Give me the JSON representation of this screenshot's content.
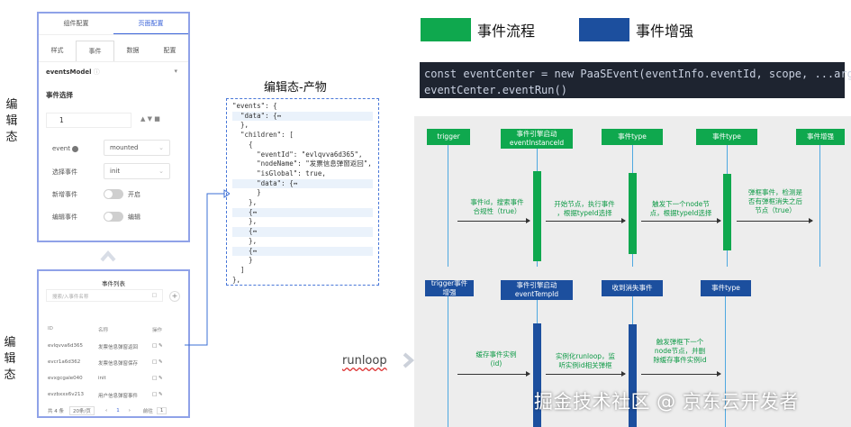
{
  "side_labels": {
    "top": [
      "编",
      "辑",
      "态"
    ],
    "bottom": [
      "编",
      "辑",
      "态"
    ]
  },
  "editor": {
    "top_tabs": [
      "组件配置",
      "页面配置"
    ],
    "tabs": [
      "样式",
      "事件",
      "数据",
      "配置"
    ],
    "model_label": "eventsModel",
    "section_title": "事件选择",
    "index_value": "1",
    "rows": [
      {
        "label": "event",
        "value": "mounted"
      },
      {
        "label": "选择事件",
        "value": "init"
      },
      {
        "label": "新增事件",
        "value": "开启"
      },
      {
        "label": "编辑事件",
        "value": "编辑"
      }
    ]
  },
  "event_list": {
    "title": "事件列表",
    "search_placeholder": "搜索/入事件名称",
    "columns": [
      "ID",
      "名称",
      "操作"
    ],
    "rows": [
      {
        "id": "evlqvva6d365",
        "name": "发票信息弹窗返回"
      },
      {
        "id": "evcr1a6d362",
        "name": "发票信息弹窗保存"
      },
      {
        "id": "evxgcgale040",
        "name": "init"
      },
      {
        "id": "evzbxxx6v213",
        "name": "用户信息弹窗事件"
      }
    ],
    "footer": {
      "total": "共 4 条",
      "page_size": "20条/页",
      "page": "1",
      "goto": "前往",
      "goto_page": "1"
    }
  },
  "json_panel": {
    "title": "编辑态-产物",
    "lines": [
      "\"events\": {",
      "  \"data\": {↔",
      "  },",
      "  \"children\": [",
      "    {",
      "      \"eventId\": \"evlqvva6d365\",",
      "      \"nodeName\": \"发票信息弹窗返回\",",
      "      \"isGlobal\": true,",
      "      \"data\": {↔",
      "      }",
      "    },",
      "    {↔",
      "    },",
      "    {↔",
      "    },",
      "    {↔",
      "    }",
      "  ]",
      "},"
    ]
  },
  "runloop_label": "runloop",
  "legend": [
    {
      "label": "事件流程",
      "color": "#0fa84e"
    },
    {
      "label": "事件增强",
      "color": "#1c4f9e"
    }
  ],
  "code": {
    "line1": "const eventCenter = new PaaSEvent(eventInfo.eventId, scope, ...args)",
    "line2": "eventCenter.eventRun()"
  },
  "flow_top": {
    "headers": [
      "trigger",
      "事件引擎启动\neventInstanceId",
      "事件type",
      "事件type",
      "事件增强"
    ],
    "notes": [
      "事件id，搜索事件\n合规性（true）",
      "开始节点，执行事件\n，根据typeId选择",
      "触发下一个node节\n点，根据typeId选择",
      "弹框事件，检测是\n否有弹框消失之后\n节点（true）"
    ]
  },
  "flow_bottom": {
    "headers": [
      "trigger事件\n增强",
      "事件引擎启动\neventTempId",
      "收到消失事件",
      "事件type"
    ],
    "notes": [
      "缓存事件实例\n(id)",
      "实例化runloop，监\n听实例id相关弹框",
      "触发弹框下一个\nnode节点，并删\n除缓存事件实例id"
    ]
  },
  "watermark": "掘金技术社区 @ 京东云开发者"
}
